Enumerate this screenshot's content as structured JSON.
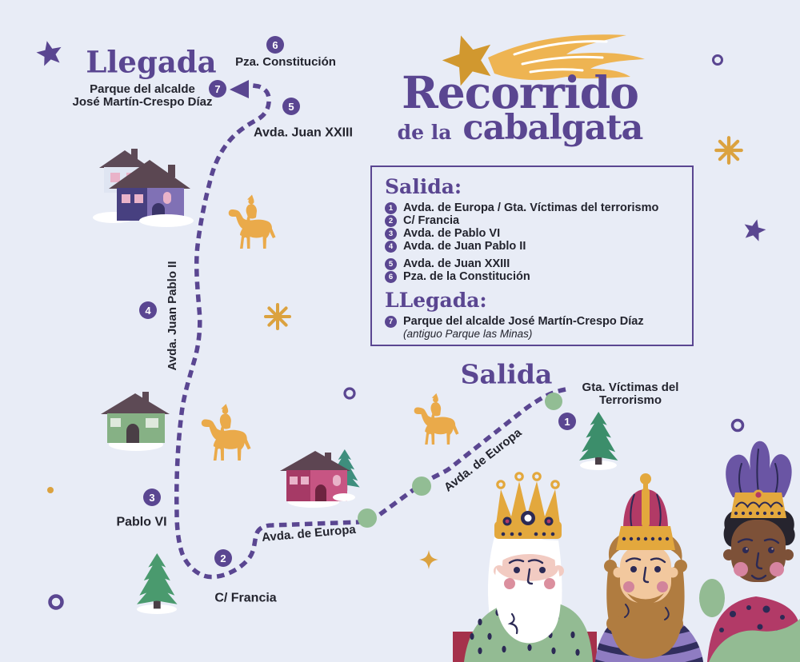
{
  "title": {
    "line1": "Recorrido",
    "line2_small": "de la",
    "line2_big": "cabalgata"
  },
  "legend": {
    "salida_heading": "Salida:",
    "llegada_heading": "LLegada:",
    "stops": [
      {
        "num": "1",
        "label": "Avda. de Europa / Gta. Víctimas del terrorismo"
      },
      {
        "num": "2",
        "label": "C/ Francia"
      },
      {
        "num": "3",
        "label": "Avda. de Pablo VI"
      },
      {
        "num": "4",
        "label": "Avda. de Juan Pablo II"
      },
      {
        "num": "5",
        "label": "Avda. de Juan XXIII"
      },
      {
        "num": "6",
        "label": "Pza. de la Constitución"
      }
    ],
    "arrival": {
      "num": "7",
      "label": "Parque del alcalde José Martín-Crespo Díaz",
      "note": "(antiguo Parque las Minas)"
    }
  },
  "map": {
    "llegada_title": "Llegada",
    "salida_title": "Salida",
    "arrival_place": "Parque del alcalde\nJosé Martín-Crespo Díaz",
    "start_place": "Gta. Víctimas del\nTerrorismo",
    "streets": {
      "pza_constitucion": "Pza. Constitución",
      "avda_juan_xxiii": "Avda. Juan XXIII",
      "avda_juan_pablo_ii": "Avda. Juan Pablo II",
      "pablo_vi": "Pablo VI",
      "c_francia": "C/ Francia",
      "avda_europa": "Avda. de Europa"
    },
    "markers": [
      "1",
      "2",
      "3",
      "4",
      "5",
      "6",
      "7"
    ]
  },
  "colors": {
    "background": "#e8ecf6",
    "purple": "#5a4691",
    "navy": "#23242e",
    "gold": "#e8a944",
    "waypoint_green": "#92bd94"
  }
}
